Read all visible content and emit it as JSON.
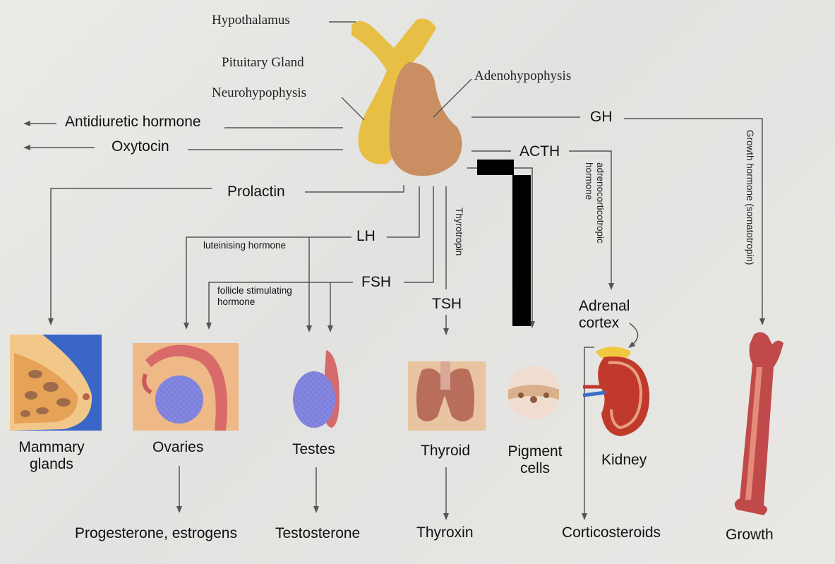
{
  "glands": {
    "hypothalamus": "Hypothalamus",
    "pituitary": "Pituitary Gland",
    "neurohypophysis": "Neurohypophysis",
    "adenohypophysis": "Adenohypophysis"
  },
  "hormones": {
    "adh": "Antidiuretic hormone",
    "oxytocin": "Oxytocin",
    "gh": "GH",
    "acth": "ACTH",
    "prolactin": "Prolactin",
    "lh": "LH",
    "lh_full": "luteinising hormone",
    "fsh": "FSH",
    "fsh_full_1": "follicle stimulating",
    "fsh_full_2": "hormone",
    "tsh": "TSH",
    "thyrotropin": "Thyrotropin",
    "acth_full_1": "adrenocorticotropic",
    "acth_full_2": "hormone",
    "gh_full": "Growth hormone (somatotropin)"
  },
  "targets": {
    "mammary_1": "Mammary",
    "mammary_2": "glands",
    "ovaries": "Ovaries",
    "testes": "Testes",
    "thyroid": "Thyroid",
    "pigment_1": "Pigment",
    "pigment_2": "cells",
    "adrenal_1": "Adrenal",
    "adrenal_2": "cortex",
    "kidney": "Kidney"
  },
  "products": {
    "ovaries": "Progesterone, estrogens",
    "testes": "Testosterone",
    "thyroid": "Thyroxin",
    "adrenal": "Corticosteroids",
    "bone": "Growth"
  },
  "colors": {
    "neurohypophysis": "#e8bf45",
    "adenohypophysis": "#c98f62",
    "line": "#555555",
    "redaction": "#000000"
  }
}
